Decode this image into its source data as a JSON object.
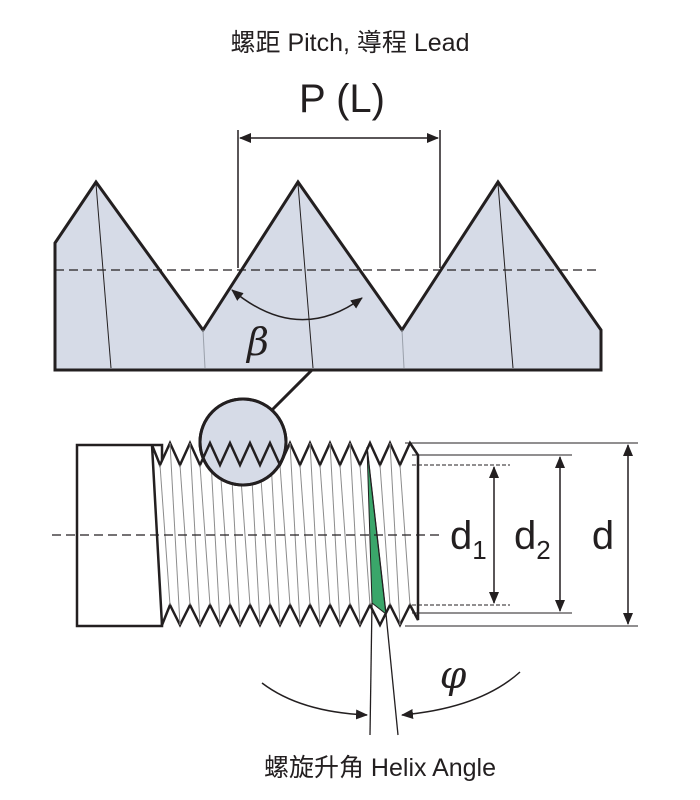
{
  "title_top": "螺距 Pitch,  導程 Lead",
  "pitch_label": "P (L)",
  "beta_symbol": "β",
  "phi_symbol": "φ",
  "d1": {
    "base": "d",
    "sub": "1"
  },
  "d2": {
    "base": "d",
    "sub": "2"
  },
  "d": "d",
  "title_bottom": "螺旋升角 Helix Angle",
  "colors": {
    "profile_fill": "#d6dbe7",
    "helix_fill": "#3aa66a",
    "line": "#231f20",
    "thin_line": "#8c8c8c"
  }
}
